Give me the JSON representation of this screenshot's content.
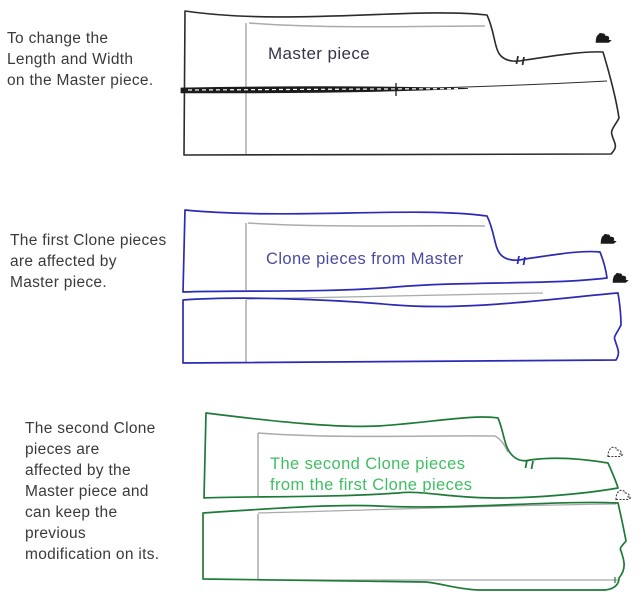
{
  "page": {
    "background": "#ffffff",
    "description": "Pattern-making tutorial diagram: master piece and clone pieces"
  },
  "colors": {
    "master_outline": "#2b2b2b",
    "first_clone_outline": "#2b2bb5",
    "second_clone_outline": "#1e7a38",
    "guide_gray": "#ababab",
    "master_label": "#33334b",
    "first_clone_label": "#4a4ba0",
    "second_clone_label": "#3fbf63",
    "caption_text": "#3a3a3a",
    "icon_black": "#1a1a1a"
  },
  "sections": [
    {
      "name": "master",
      "caption_lines": [
        "To change the",
        "Length and Width",
        "on the Master piece."
      ],
      "label_lines": [
        "Master piece"
      ],
      "icon": "iron-marker-icon",
      "icon_style": "solid",
      "icon_count": 1
    },
    {
      "name": "first-clone",
      "caption_lines": [
        "The first Clone pieces",
        "are affected by",
        "Master piece."
      ],
      "label_lines": [
        "Clone pieces from Master"
      ],
      "icon": "iron-marker-icon",
      "icon_style": "solid",
      "icon_count": 2
    },
    {
      "name": "second-clone",
      "caption_lines": [
        "The second Clone",
        "pieces are",
        "affected by the",
        "Master piece and",
        "can keep the",
        "previous",
        "modification on its."
      ],
      "label_lines": [
        "The second Clone pieces",
        "from the first Clone pieces"
      ],
      "icon": "iron-marker-icon",
      "icon_style": "dashed",
      "icon_count": 2
    }
  ]
}
